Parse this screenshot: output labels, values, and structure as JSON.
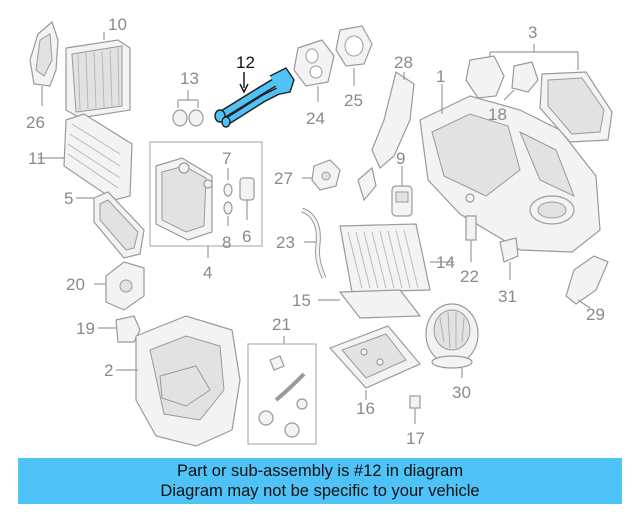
{
  "diagram": {
    "highlight_color": "#4fc3f7",
    "callouts": {
      "n1": "1",
      "n2": "2",
      "n3": "3",
      "n4": "4",
      "n5": "5",
      "n6": "6",
      "n7": "7",
      "n8": "8",
      "n9": "9",
      "n10": "10",
      "n11": "11",
      "n12": "12",
      "n13": "13",
      "n14": "14",
      "n15": "15",
      "n16": "16",
      "n17": "17",
      "n18": "18",
      "n19": "19",
      "n20": "20",
      "n21": "21",
      "n22": "22",
      "n23": "23",
      "n24": "24",
      "n25": "25",
      "n26": "26",
      "n27": "27",
      "n28": "28",
      "n29": "29",
      "n30": "30",
      "n31": "31"
    }
  },
  "banner": {
    "line1": "Part or sub-assembly is #12 in diagram",
    "line2": "Diagram may not be specific to your vehicle"
  }
}
